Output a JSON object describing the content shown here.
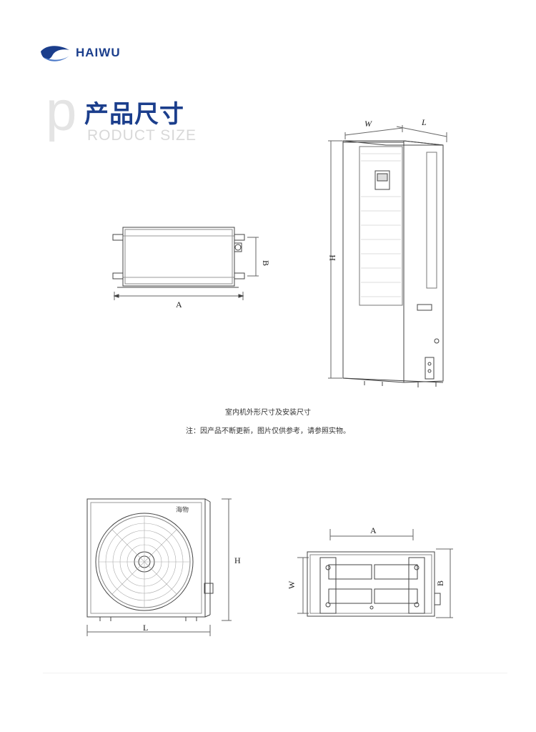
{
  "brand": {
    "name": "HAIWU",
    "color": "#1b3e8c"
  },
  "header": {
    "big_letter": "p",
    "title": "产品尺寸",
    "subtitle": "RODUCT SIZE"
  },
  "drawings": {
    "indoor_top": {
      "label_a": "A",
      "label_b": "B"
    },
    "indoor_unit": {
      "label_w": "W",
      "label_l": "L",
      "label_h": "H"
    },
    "outdoor_front": {
      "label_h": "H",
      "label_l": "L",
      "badge": "海物"
    },
    "outdoor_base": {
      "label_a": "A",
      "label_w": "W",
      "label_b": "B"
    }
  },
  "captions": {
    "line1": "室内机外形尺寸及安装尺寸",
    "line2": "注：因产品不断更新，图片仅供参考，请参照实物。"
  }
}
